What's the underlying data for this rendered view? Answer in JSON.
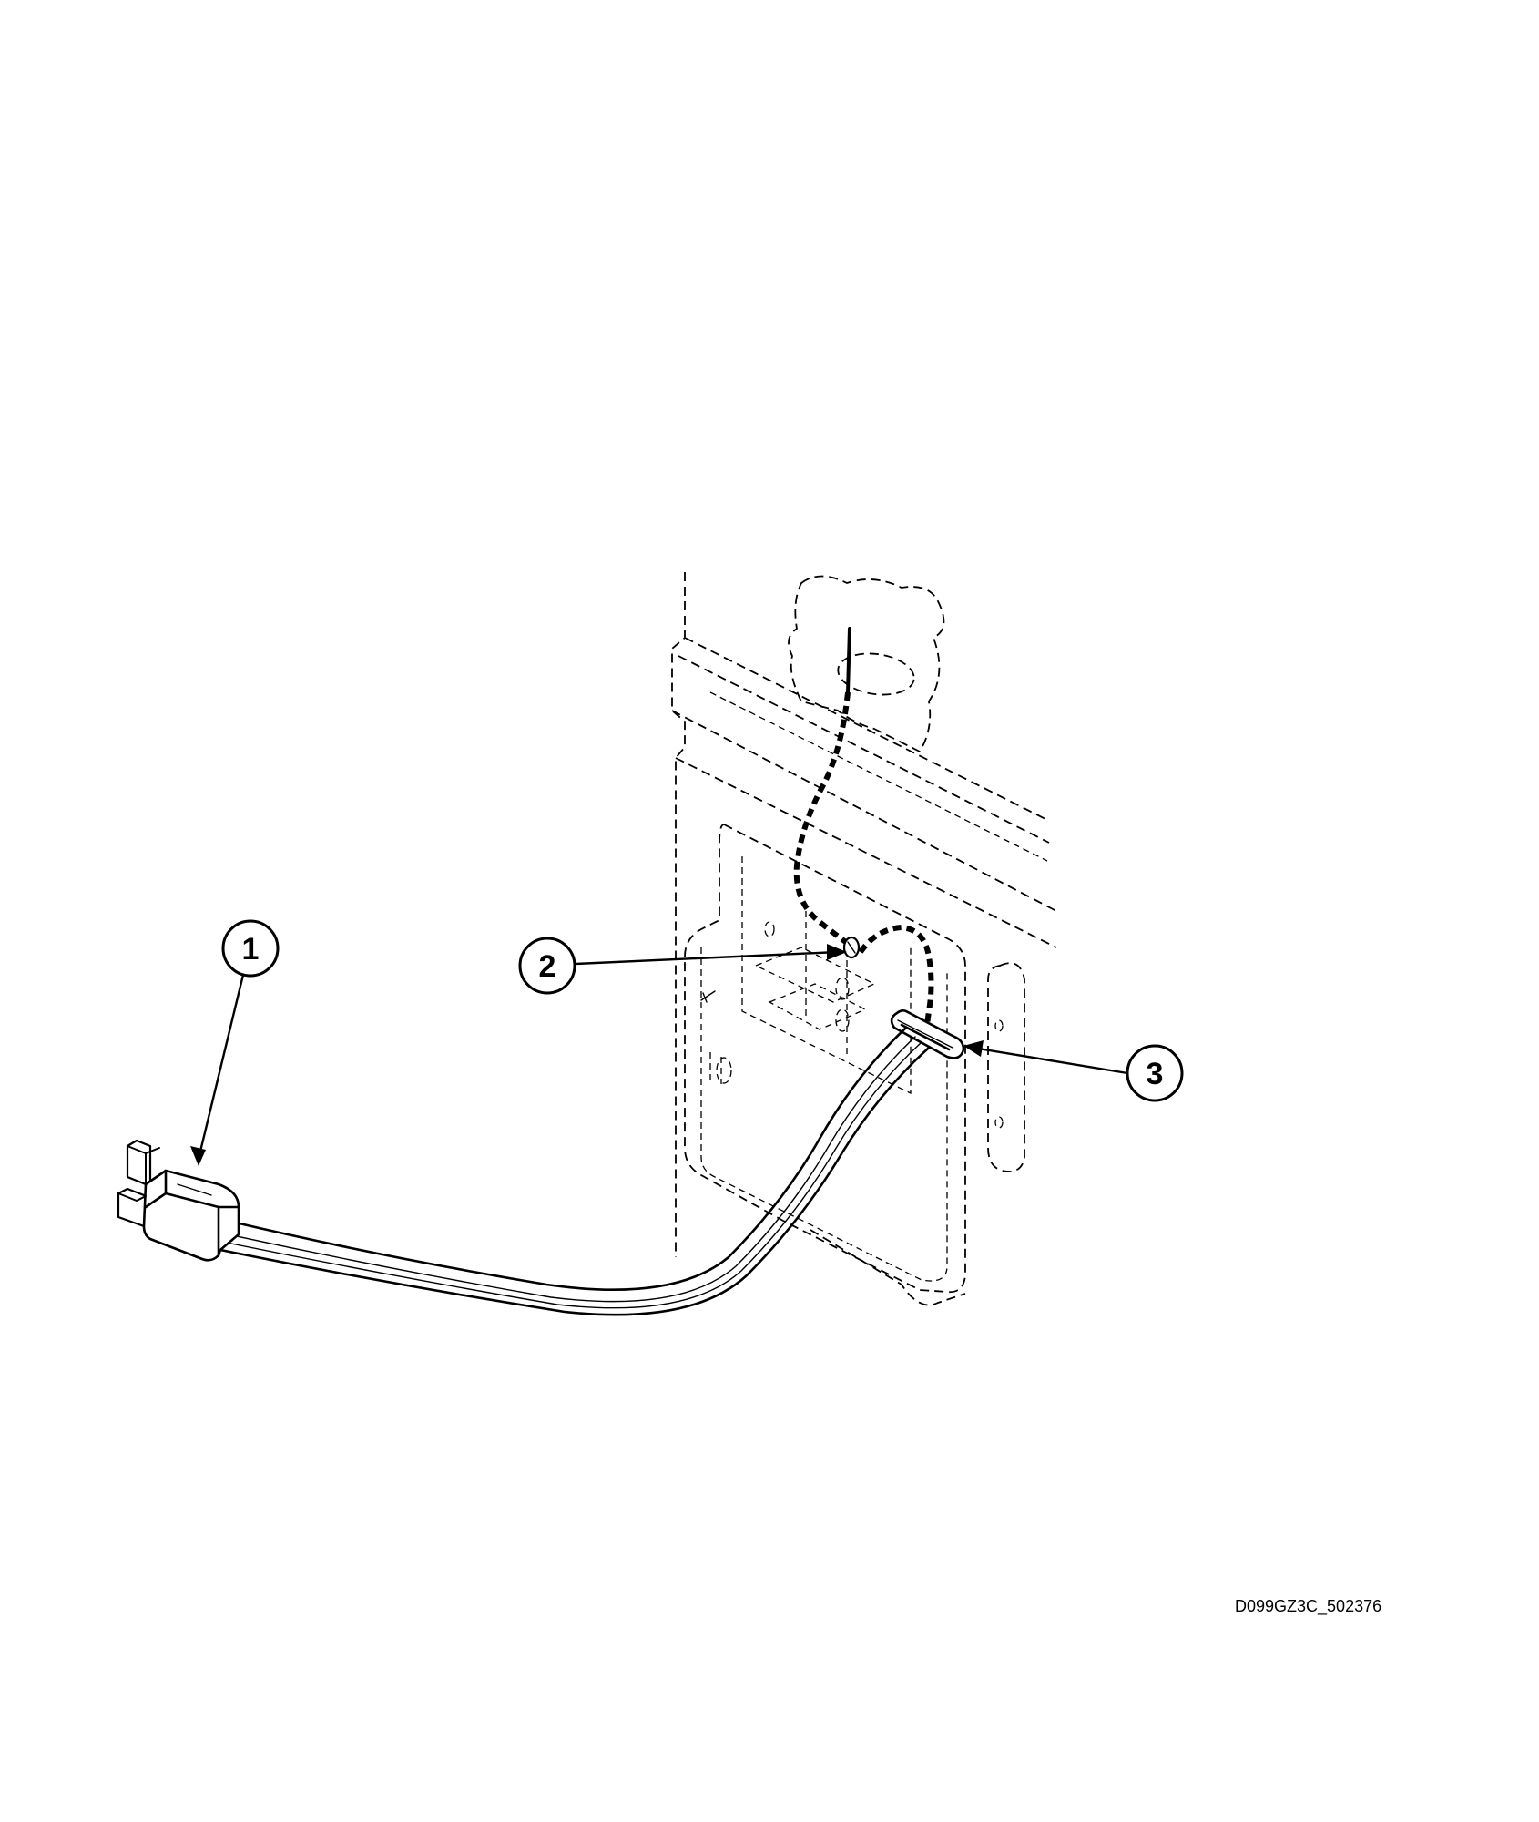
{
  "callouts": [
    {
      "id": "1",
      "label": "1"
    },
    {
      "id": "2",
      "label": "2"
    },
    {
      "id": "3",
      "label": "3"
    }
  ],
  "drawing_code": "D099GZ3C_502376",
  "colors": {
    "line": "#000000",
    "background": "#ffffff"
  }
}
